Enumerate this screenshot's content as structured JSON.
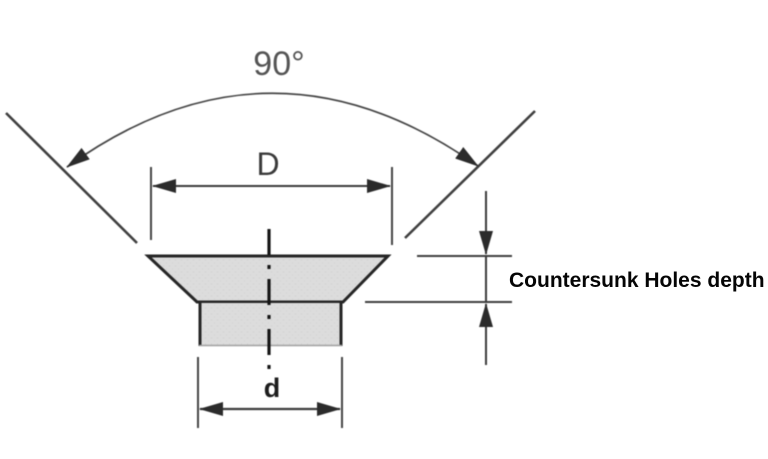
{
  "figure": {
    "type": "technical-diagram",
    "subject": "Countersunk hole cross-section with dimension callouts",
    "angle_label": "90°",
    "outer_diameter_label": "D",
    "hole_diameter_label": "d",
    "depth_label": "Countersunk Holes depth",
    "colors": {
      "background": "#ffffff",
      "section_fill": "#dcdcdc",
      "thin_line": "#3f3f3f",
      "outline": "#262626",
      "centerline": "#151515",
      "angle_text": "#545454",
      "dim_text": "#3a3a3a",
      "depth_label_text": "#050505"
    }
  }
}
